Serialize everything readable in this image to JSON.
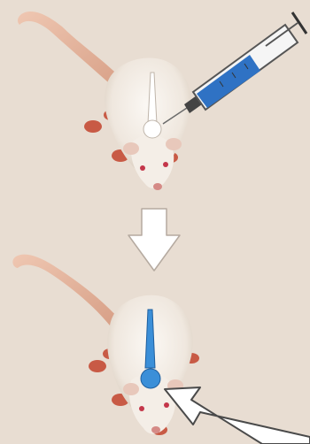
{
  "colors": {
    "background": "#e8ddd2",
    "rat_fur": "#f2ece4",
    "rat_fur_shade": "#d9cdbf",
    "tail": "#e7b9a2",
    "paws": "#c85a45",
    "marker_white": "#ffffff",
    "marker_blue": "#3b8fd8",
    "syringe_blue": "#2f72c4",
    "arrow_fill": "#ffffff",
    "arrow_stroke": "#b5aaa0"
  },
  "icons": {
    "top_panel": "rat-with-syringe",
    "middle": "down-arrow-icon",
    "bottom_panel": "rat-with-blue-marker-and-pointer-arrow"
  },
  "panels": [
    {
      "name": "before-injection",
      "marker_color": "marker_white",
      "tool": "syringe-icon"
    },
    {
      "name": "after-injection",
      "marker_color": "marker_blue",
      "tool": "pointer-arrow-icon"
    }
  ]
}
